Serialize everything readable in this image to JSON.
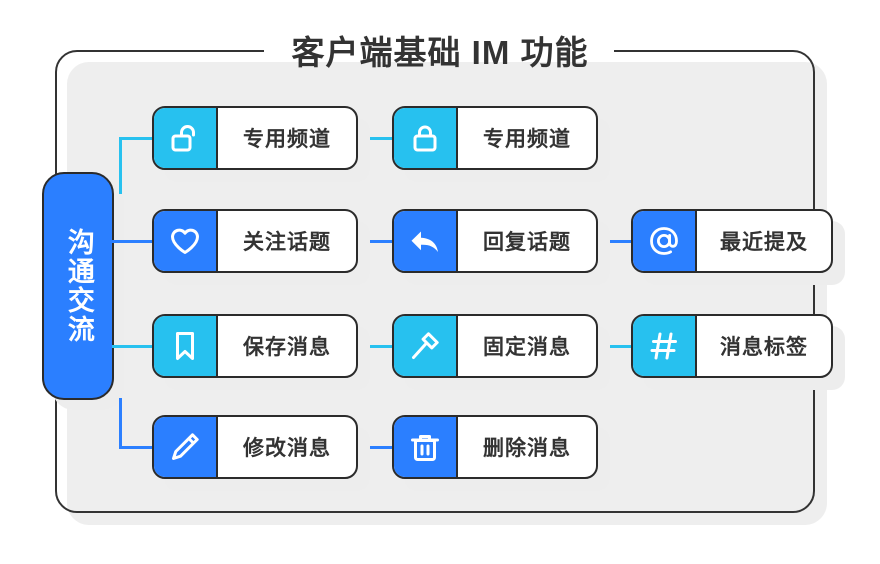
{
  "diagram": {
    "title": "客户端基础 IM 功能",
    "category": {
      "label": "沟通交流"
    },
    "colors": {
      "blue": "#2b7fff",
      "cyan": "#27c1ef",
      "outline": "#2b2b2b",
      "text": "#333333",
      "shadow": "#ededed",
      "background": "#ffffff"
    },
    "rows": [
      {
        "row_name": "channels",
        "cards": [
          {
            "icon": "unlock-icon",
            "icon_color": "cyan",
            "label": "专用频道"
          },
          {
            "icon": "lock-icon",
            "icon_color": "cyan",
            "label": "专用频道"
          }
        ]
      },
      {
        "row_name": "topics",
        "cards": [
          {
            "icon": "heart-icon",
            "icon_color": "blue",
            "label": "关注话题"
          },
          {
            "icon": "reply-icon",
            "icon_color": "blue",
            "label": "回复话题"
          },
          {
            "icon": "at-icon",
            "icon_color": "blue",
            "label": "最近提及"
          }
        ]
      },
      {
        "row_name": "messages-save",
        "cards": [
          {
            "icon": "bookmark-icon",
            "icon_color": "cyan",
            "label": "保存消息"
          },
          {
            "icon": "pin-icon",
            "icon_color": "cyan",
            "label": "固定消息"
          },
          {
            "icon": "hash-icon",
            "icon_color": "cyan",
            "label": "消息标签"
          }
        ]
      },
      {
        "row_name": "messages-edit",
        "cards": [
          {
            "icon": "pencil-icon",
            "icon_color": "blue",
            "label": "修改消息"
          },
          {
            "icon": "trash-icon",
            "icon_color": "blue",
            "label": "删除消息"
          }
        ]
      }
    ]
  }
}
